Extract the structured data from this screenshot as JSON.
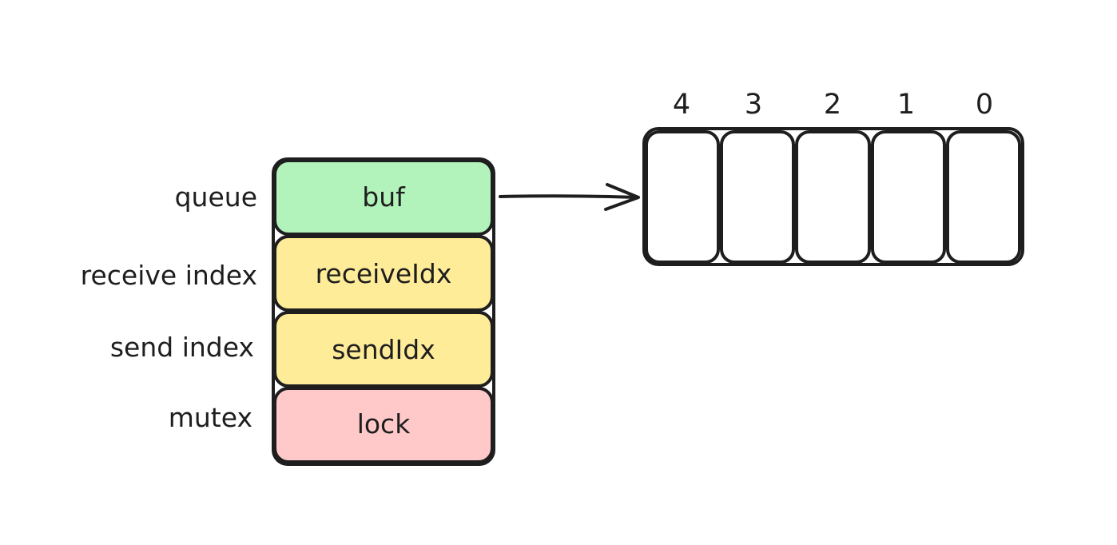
{
  "struct": {
    "fields": [
      {
        "label": "queue",
        "name": "buf",
        "color": "#b2f2bb"
      },
      {
        "label": "receive index",
        "name": "receiveIdx",
        "color": "#ffec99"
      },
      {
        "label": "send index",
        "name": "sendIdx",
        "color": "#ffec99"
      },
      {
        "label": "mutex",
        "name": "lock",
        "color": "#ffc9c9"
      }
    ]
  },
  "buffer": {
    "slots": [
      {
        "index": "4"
      },
      {
        "index": "3"
      },
      {
        "index": "2"
      },
      {
        "index": "1"
      },
      {
        "index": "0"
      }
    ]
  },
  "colors": {
    "stroke": "#1e1e1e",
    "background": "#ffffff"
  }
}
